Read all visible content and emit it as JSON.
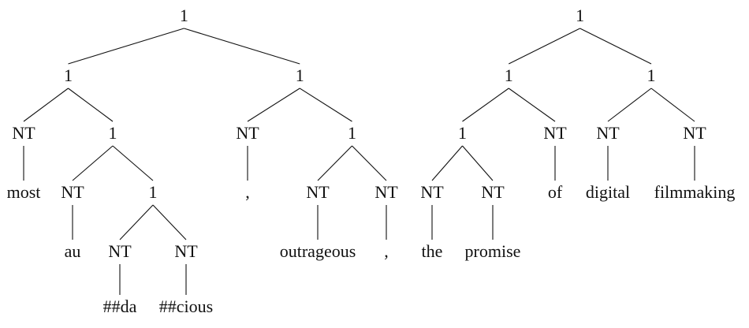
{
  "trees": [
    {
      "label": "1",
      "children": [
        {
          "label": "1",
          "children": [
            {
              "label": "NT",
              "children": [
                {
                  "label": "most"
                }
              ]
            },
            {
              "label": "1",
              "children": [
                {
                  "label": "NT",
                  "children": [
                    {
                      "label": "au"
                    }
                  ]
                },
                {
                  "label": "1",
                  "children": [
                    {
                      "label": "NT",
                      "children": [
                        {
                          "label": "##da"
                        }
                      ]
                    },
                    {
                      "label": "NT",
                      "children": [
                        {
                          "label": "##cious"
                        }
                      ]
                    }
                  ]
                }
              ]
            }
          ]
        },
        {
          "label": "1",
          "children": [
            {
              "label": "NT",
              "children": [
                {
                  "label": ","
                }
              ]
            },
            {
              "label": "1",
              "children": [
                {
                  "label": "NT",
                  "children": [
                    {
                      "label": "outrageous"
                    }
                  ]
                },
                {
                  "label": "NT",
                  "children": [
                    {
                      "label": ","
                    }
                  ]
                }
              ]
            }
          ]
        }
      ]
    },
    {
      "label": "1",
      "children": [
        {
          "label": "1",
          "children": [
            {
              "label": "1",
              "children": [
                {
                  "label": "NT",
                  "children": [
                    {
                      "label": "the"
                    }
                  ]
                },
                {
                  "label": "NT",
                  "children": [
                    {
                      "label": "promise"
                    }
                  ]
                }
              ]
            },
            {
              "label": "NT",
              "children": [
                {
                  "label": "of"
                }
              ]
            }
          ]
        },
        {
          "label": "1",
          "children": [
            {
              "label": "NT",
              "children": [
                {
                  "label": "digital"
                }
              ]
            },
            {
              "label": "NT",
              "children": [
                {
                  "label": "filmmaking"
                }
              ]
            }
          ]
        }
      ]
    }
  ]
}
